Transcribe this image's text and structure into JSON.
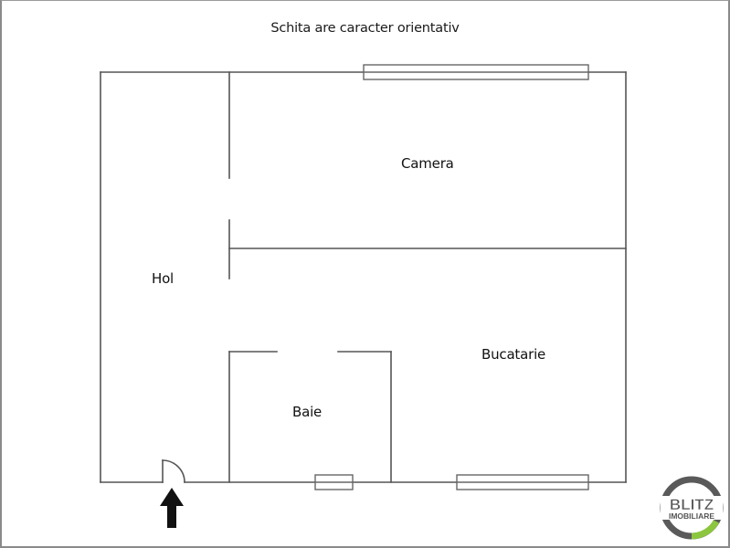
{
  "title": "Schita are caracter orientativ",
  "rooms": {
    "camera": "Camera",
    "hol": "Hol",
    "bucatarie": "Bucatarie",
    "baie": "Baie"
  },
  "logo": {
    "line1": "BLITZ",
    "line2": "IMOBILIARE",
    "ring_color": "#555555",
    "accent_color": "#8cc63f"
  },
  "colors": {
    "wall": "#555555",
    "window": "#666666",
    "arrow": "#111111",
    "frame": "#8a8a8a"
  },
  "entrance_arrow": "entrance-arrow"
}
